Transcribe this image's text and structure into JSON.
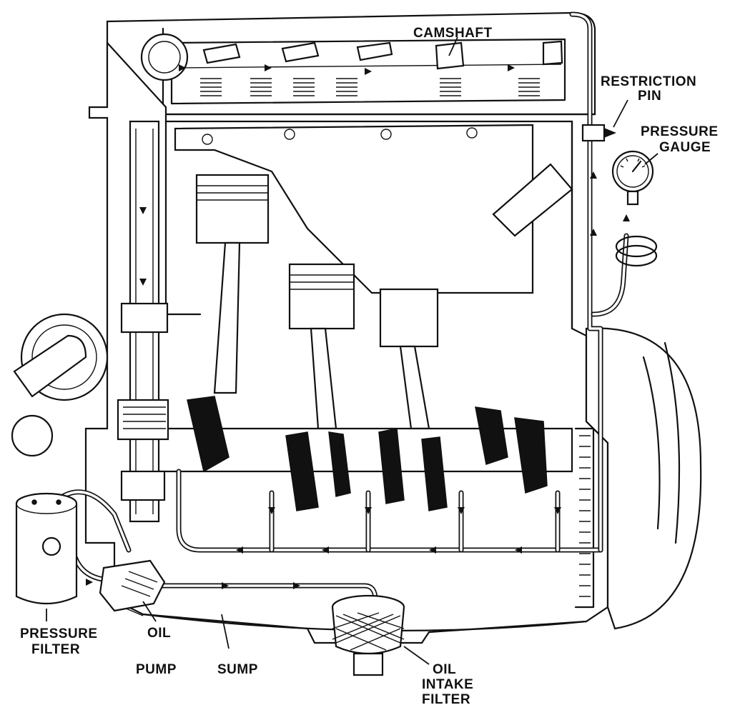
{
  "labels": {
    "camshaft": "CAMSHAFT",
    "restriction_pin_1": "RESTRICTION",
    "restriction_pin_2": "PIN",
    "pressure_gauge_1": "PRESSURE",
    "pressure_gauge_2": "GAUGE",
    "pressure_filter_1": "PRESSURE",
    "pressure_filter_2": "FILTER",
    "oil_pump_1": "OIL",
    "oil_pump_2": "PUMP",
    "sump": "SUMP",
    "oil_intake_filter_1": "OIL",
    "oil_intake_filter_2": "INTAKE",
    "oil_intake_filter_3": "FILTER"
  },
  "colors": {
    "ink": "#111111",
    "paper": "#ffffff",
    "shade": "#d9d9d9"
  }
}
